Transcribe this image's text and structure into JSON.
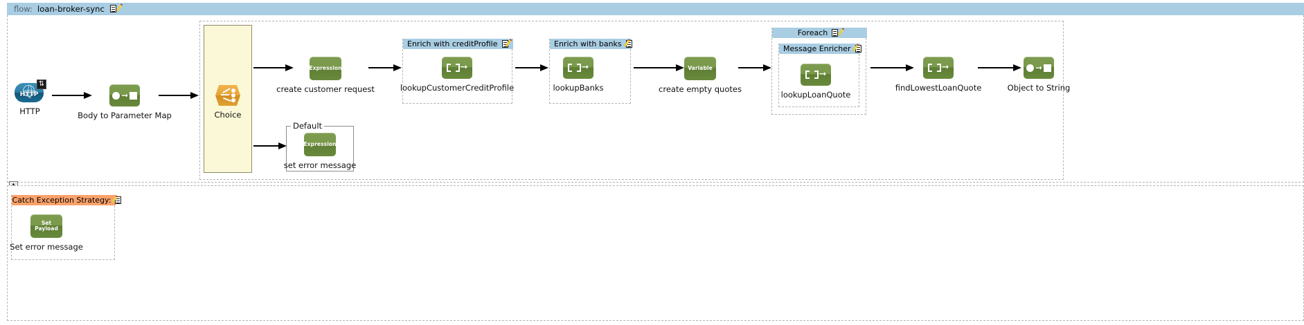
{
  "flow": {
    "key_label": "flow:",
    "name": "loan-broker-sync",
    "edit_icon": "edit-pencil-icon"
  },
  "colors": {
    "scope_header": "#a9cde2",
    "exception_header": "#fba16a",
    "choice_lane": "#fbf8d7",
    "component_green": "#6e8f41",
    "endpoint_blue": "#2b7fa8",
    "choice_orange": "#e8a43a",
    "dashed_border": "#b3b3b3"
  },
  "nodes": {
    "http": {
      "label": "HTTP",
      "icon": "http-endpoint-icon",
      "tile_text": "HTTP"
    },
    "body_to_param": {
      "label": "Body to Parameter Map",
      "icon": "object-transform-icon"
    },
    "choice": {
      "label": "Choice",
      "icon": "choice-router-icon"
    },
    "create_customer_request": {
      "label": "create customer request",
      "icon": "expression-icon",
      "tile_text": "Expression"
    },
    "set_error_message_default": {
      "label": "set error message",
      "icon": "expression-icon",
      "tile_text": "Expression"
    },
    "lookup_customer_credit_profile": {
      "label": "lookupCustomerCreditProfile",
      "icon": "message-enricher-icon"
    },
    "lookup_banks": {
      "label": "lookupBanks",
      "icon": "message-enricher-icon"
    },
    "create_empty_quotes": {
      "label": "create empty quotes",
      "icon": "variable-icon",
      "tile_text": "Variable"
    },
    "lookup_loan_quote": {
      "label": "lookupLoanQuote",
      "icon": "message-enricher-icon"
    },
    "find_lowest_loan_quote": {
      "label": "findLowestLoanQuote",
      "icon": "message-enricher-icon"
    },
    "object_to_string": {
      "label": "Object to String",
      "icon": "object-transform-icon"
    },
    "set_error_message_catch": {
      "label": "Set error message",
      "icon": "set-payload-icon",
      "tile_text": "Set Payload"
    }
  },
  "scopes": {
    "default_group": {
      "legend": "Default"
    },
    "enrich_credit_profile": {
      "title": "Enrich with creditProfile"
    },
    "enrich_banks": {
      "title": "Enrich with banks"
    },
    "foreach": {
      "title": "Foreach"
    },
    "message_enricher": {
      "title": "Message Enricher"
    },
    "catch_exception": {
      "title": "Catch Exception Strategy:"
    }
  }
}
